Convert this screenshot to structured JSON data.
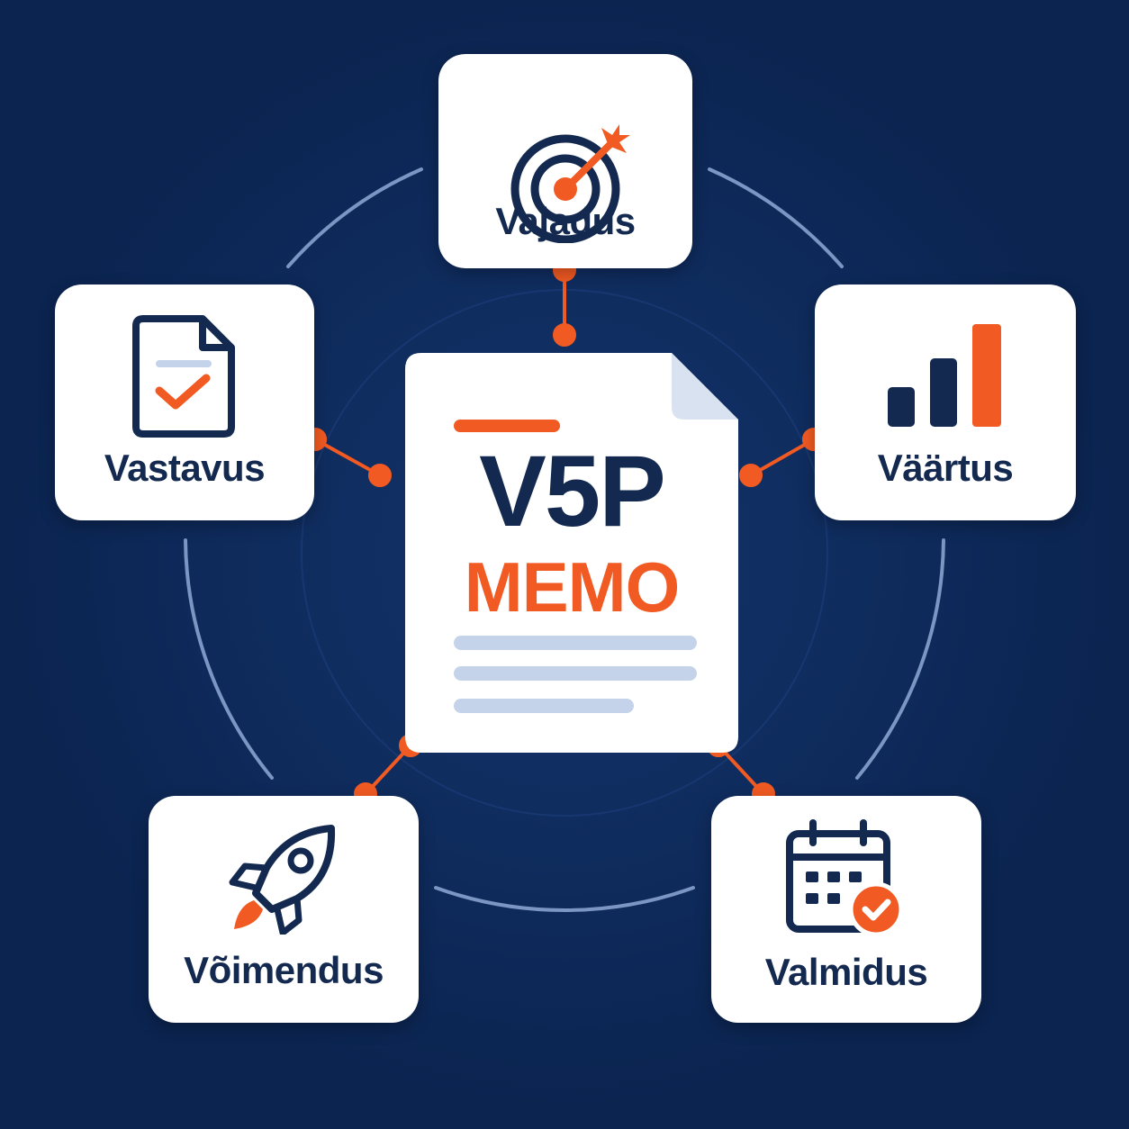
{
  "center": {
    "title": "V5P",
    "subtitle": "MEMO"
  },
  "nodes": [
    {
      "label": "Vajadus",
      "icon": "target-arrow-icon"
    },
    {
      "label": "Väärtus",
      "icon": "bar-chart-icon"
    },
    {
      "label": "Valmidus",
      "icon": "calendar-check-icon"
    },
    {
      "label": "Võimendus",
      "icon": "rocket-icon"
    },
    {
      "label": "Vastavus",
      "icon": "document-check-icon"
    }
  ],
  "colors": {
    "background": "#0b2450",
    "navy": "#13294f",
    "accent": "#f15a22",
    "ring": "#8fa9d6",
    "card": "#ffffff",
    "placeholder_lines": "#c5d3ea"
  }
}
